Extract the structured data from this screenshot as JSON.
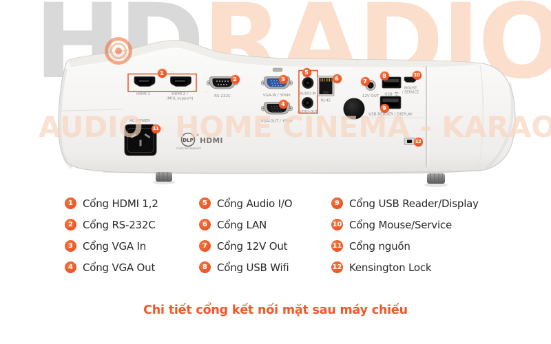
{
  "watermark": {
    "brand_gray": "HD",
    "brand_orange": "RADIO",
    "tagline": "AUDIO - HOME CINEMA - KARAOKE"
  },
  "projector": {
    "port_labels": {
      "hdmi1": "HDMI 1",
      "hdmi2_line1": "HDMI 2 /",
      "hdmi2_line2": "(MHL support)",
      "rs232c": "RS-232C",
      "vga_in": "VGA-IN / YPbPr",
      "vga_out": "VGA-OUT / YPbPr",
      "audio_in": "AUDIO-IN",
      "audio_out": "AUDIO-OUT",
      "lan": "RJ-45",
      "dc_out": "12V OUT",
      "usb_wifi": "USB",
      "mouse_line1": "MOUSE",
      "mouse_line2": "/ SERVICE",
      "usb_reader": "USB READER / DISPLAY",
      "ac_power": "AC POWER"
    },
    "logos": {
      "dlp": "DLP",
      "dlp_reg": "®",
      "dlp_sub": "TEXAS INSTRUMENTS",
      "hdmi": "HDMI"
    }
  },
  "legend": {
    "items": [
      {
        "num": "1",
        "label": "Cổng HDMI 1,2"
      },
      {
        "num": "2",
        "label": "Cổng RS-232C"
      },
      {
        "num": "3",
        "label": "Cổng VGA In"
      },
      {
        "num": "4",
        "label": "Cổng VGA Out"
      },
      {
        "num": "5",
        "label": "Cổng Audio I/O"
      },
      {
        "num": "6",
        "label": "Cổng LAN"
      },
      {
        "num": "7",
        "label": "Cổng 12V Out"
      },
      {
        "num": "8",
        "label": "Cổng USB Wifi"
      },
      {
        "num": "9",
        "label": "Cổng USB Reader/Display"
      },
      {
        "num": "10",
        "label": "Cổng Mouse/Service"
      },
      {
        "num": "11",
        "label": "Cổng nguồn"
      },
      {
        "num": "12",
        "label": "Kensington Lock"
      }
    ]
  },
  "caption": "Chi tiết cổng kết nối mặt sau máy chiếu",
  "colors": {
    "accent_outline": "#F05A28",
    "badge": "#EE5A29",
    "caption_text": "#F1572B",
    "legend_text": "#2B2828",
    "watermark_gray": "#D9D9D9",
    "watermark_peach": "#FBDFCC",
    "tagline_peach": "#F8D5BF",
    "vga_in_blue": "#2B56A5"
  }
}
